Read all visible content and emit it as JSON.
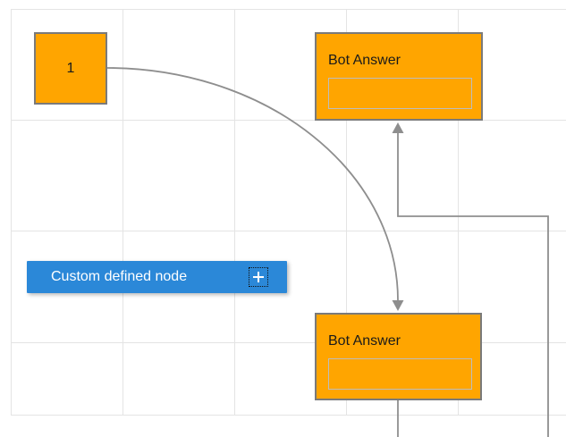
{
  "nodes": {
    "start_node": {
      "label": "1"
    },
    "bot_answer_top": {
      "title": "Bot Answer",
      "field_value": ""
    },
    "bot_answer_bottom": {
      "title": "Bot Answer",
      "field_value": ""
    },
    "custom_node": {
      "label": "Custom defined node"
    }
  },
  "icons": {
    "add": "plus-in-dotted-square"
  },
  "colors": {
    "node_fill": "#ffa500",
    "node_border": "#7a7a7a",
    "field_border": "#bdbdbd",
    "custom_node_fill": "#2b88d8",
    "custom_node_text": "#ffffff",
    "connector": "#8e8e8e",
    "grid_line": "#e4e4e4",
    "text": "#1a1a1a",
    "background": "#ffffff"
  }
}
